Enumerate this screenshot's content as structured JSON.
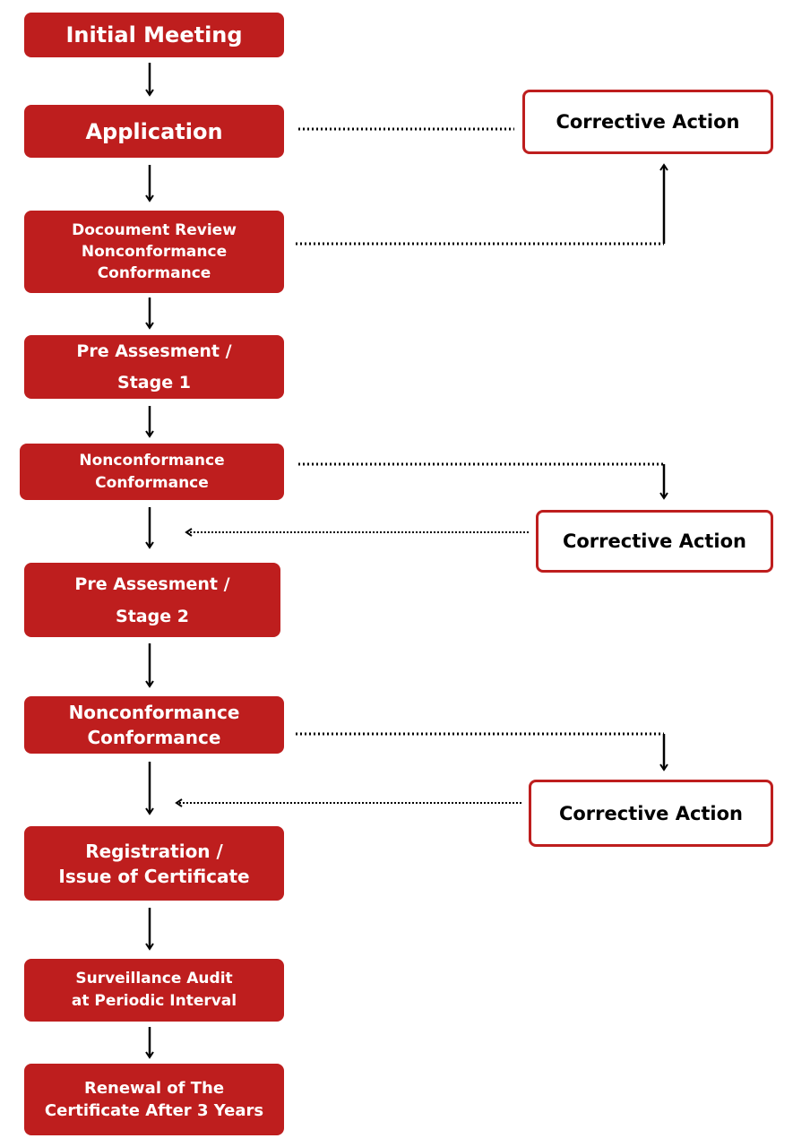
{
  "colors": {
    "step_fill": "#be1e1e",
    "step_text": "#ffffff",
    "action_border": "#be1e1e",
    "arrow": "#000000"
  },
  "steps": [
    "Initial Meeting",
    "Application",
    "Docoument Review\nNonconformance\nConformance",
    "Pre Assesment /\nStage 1",
    "Nonconformance\nConformance",
    "Pre Assesment /\nStage 2",
    "Nonconformance\nConformance",
    "Registration /\nIssue of Certificate",
    "Surveillance Audit\nat Periodic  Interval",
    "Renewal of The\nCertificate After 3 Years"
  ],
  "corrective_actions": [
    "Corrective Action",
    "Corrective Action",
    "Corrective Action"
  ]
}
